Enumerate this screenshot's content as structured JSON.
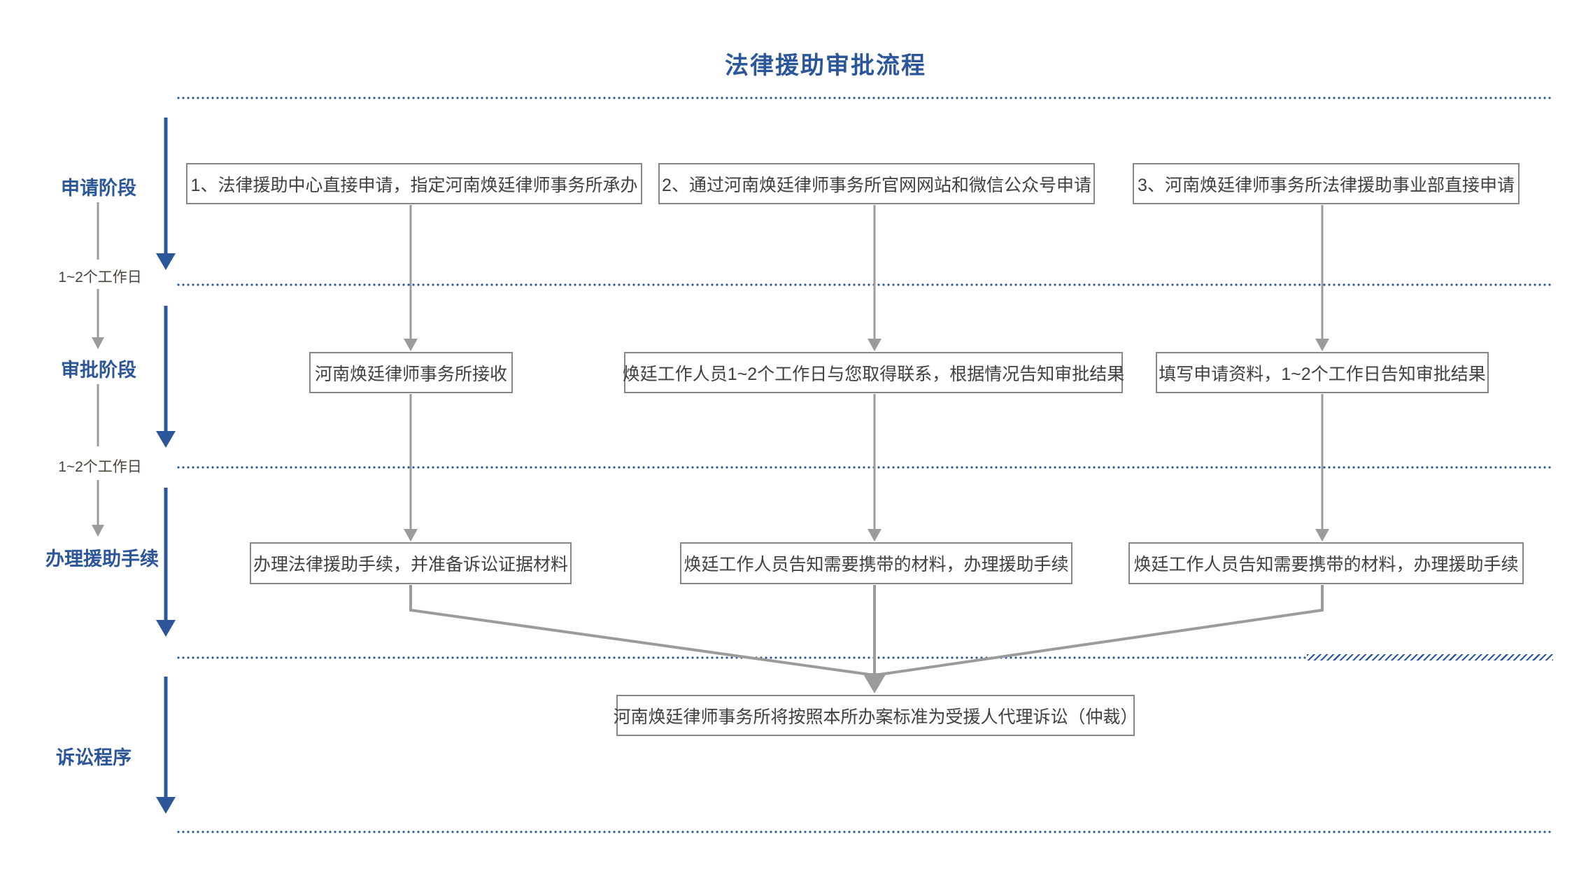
{
  "title": "法律援助审批流程",
  "sidebar": {
    "stage1": "申请阶段",
    "duration1": "1~2个工作日",
    "stage2": "审批阶段",
    "duration2": "1~2个工作日",
    "stage3": "办理援助手续",
    "stage4": "诉讼程序"
  },
  "flow": {
    "row1": [
      "1、法律援助中心直接申请，指定河南焕廷律师事务所承办",
      "2、通过河南焕廷律师事务所官网网站和微信公众号申请",
      "3、河南焕廷律师事务所法律援助事业部直接申请"
    ],
    "row2": [
      "河南焕廷律师事务所接收",
      "焕廷工作人员1~2个工作日与您取得联系，根据情况告知审批结果",
      "填写申请资料，1~2个工作日告知审批结果"
    ],
    "row3": [
      "办理法律援助手续，并准备诉讼证据材料",
      "焕廷工作人员告知需要携带的材料，办理援助手续",
      "焕廷工作人员告知需要携带的材料，办理援助手续"
    ],
    "final": "河南焕廷律师事务所将按照本所办案标准为受援人代理诉讼（仲裁）"
  },
  "colors": {
    "accent_blue": "#2b579a",
    "connector_gray": "#9b9b9b",
    "box_border": "#878787",
    "box_text": "#404040",
    "duration_text": "#4a4339"
  }
}
